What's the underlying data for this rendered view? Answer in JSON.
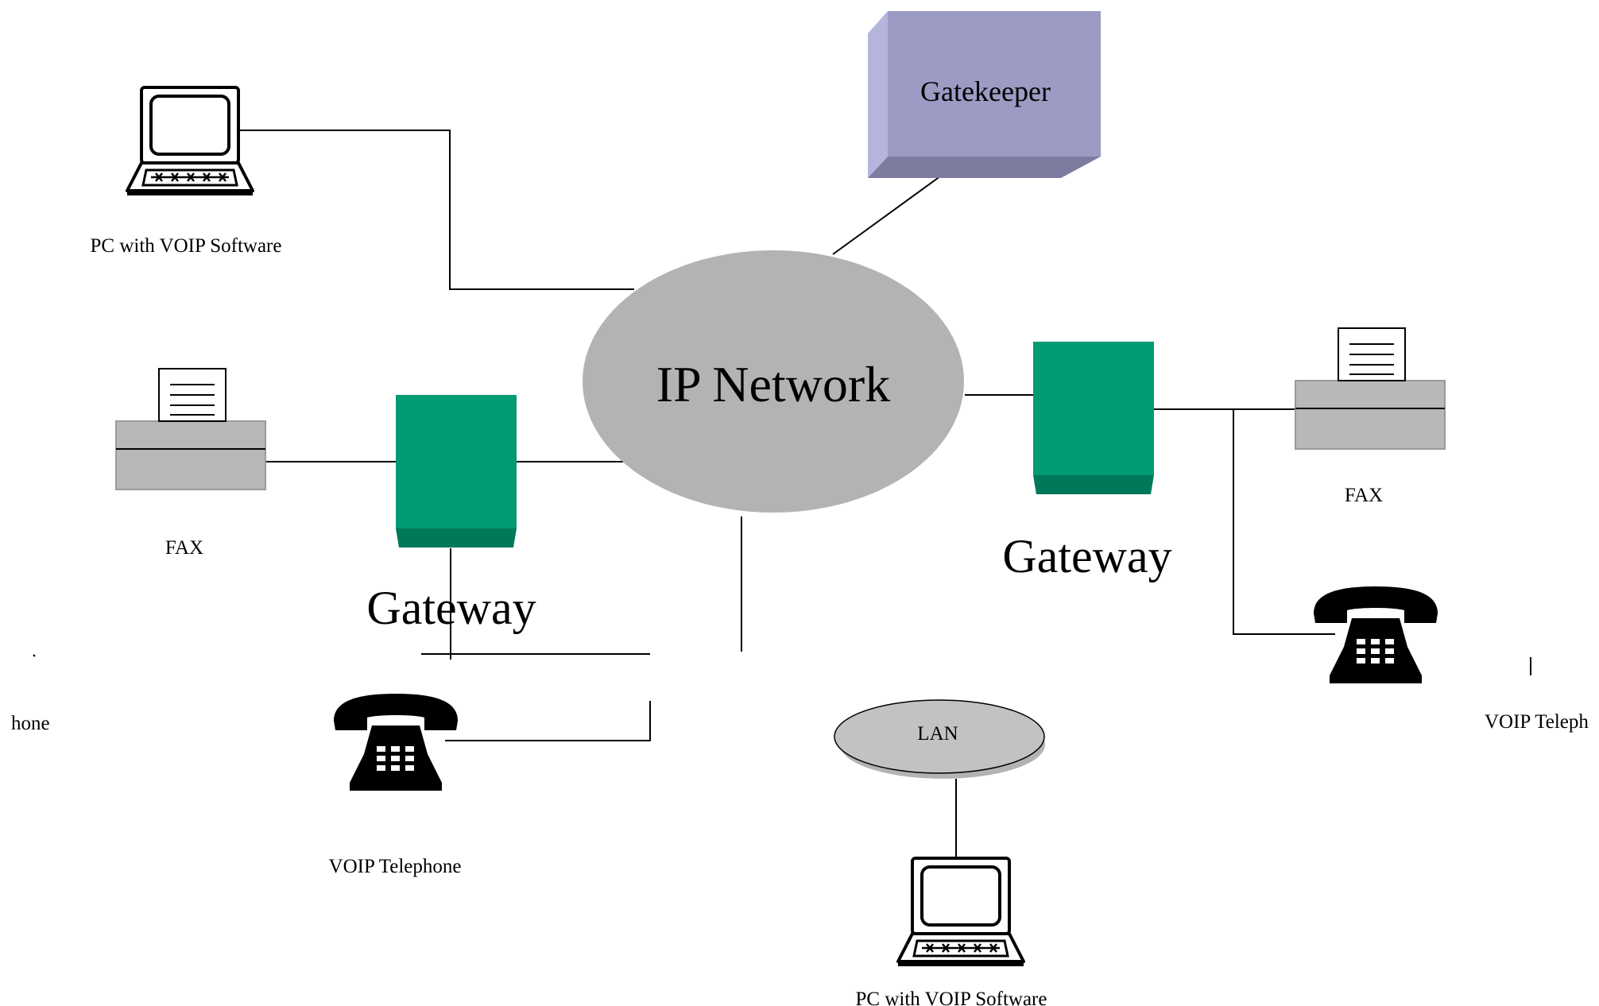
{
  "labels": {
    "gatekeeper": "Gatekeeper",
    "ip_network": "IP Network",
    "lan": "LAN",
    "pc_top_left": "PC with VOIP Software",
    "pc_bottom": "PC with VOIP Software",
    "fax_left": "FAX",
    "fax_right": "FAX",
    "gateway_left": "Gateway",
    "gateway_right": "Gateway",
    "phone_left": "VOIP Telephone",
    "phone_clipped_left": "hone",
    "phone_clipped_right": "VOIP Teleph"
  },
  "colors": {
    "gateway": "#009A74",
    "gateway_base": "#00785A",
    "gatekeeper_front": "#9B9BC4",
    "gatekeeper_side": "#B5B5DC",
    "gatekeeper_bottom": "#7C7CA0",
    "network_cloud": "#B3B3B3",
    "fax_body": "#B8B8B8"
  },
  "icons": [
    "computer-icon",
    "fax-icon",
    "telephone-icon",
    "gateway-icon",
    "gatekeeper-icon"
  ]
}
